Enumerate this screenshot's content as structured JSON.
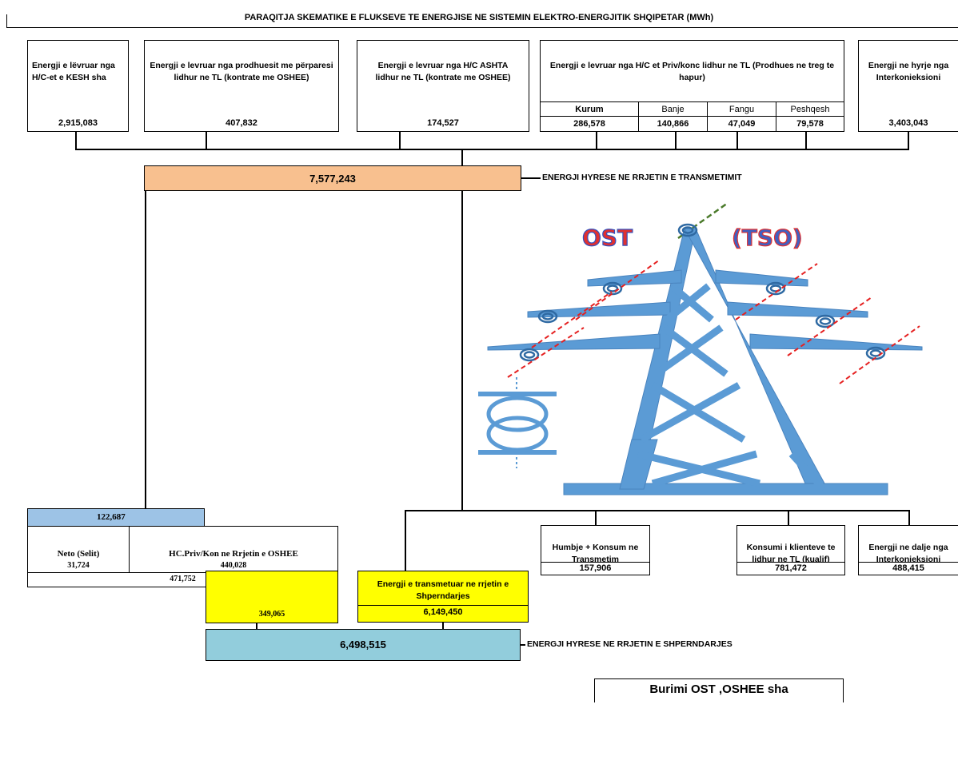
{
  "title": "PARAQITJA SKEMATIKE E FLUKSEVE TE ENERGJISE NE SISTEMIN ELEKTRO-ENERGJITIK SHQIPETAR (MWh)",
  "top_boxes": [
    {
      "label": "Energji e lëvruar nga H/C-et e KESH sha",
      "value": "2,915,083"
    },
    {
      "label": "Energji e levruar nga prodhuesit me përparesi lidhur ne TL (kontrate me OSHEE)",
      "value": "407,832"
    },
    {
      "label": "Energji e levruar nga H/C ASHTA lidhur ne TL  (kontrate me OSHEE)",
      "value": "174,527"
    },
    {
      "label": "Energji e levruar nga H/C et Priv/konc lidhur ne TL    (Prodhues ne treg te hapur)",
      "sub": [
        {
          "name": "Kurum",
          "value": "286,578"
        },
        {
          "name": "Banje",
          "value": "140,866"
        },
        {
          "name": "Fangu",
          "value": "47,049"
        },
        {
          "name": "Peshqesh",
          "value": "79,578"
        }
      ]
    },
    {
      "label": "Energji ne hyrje nga Interkonieksioni",
      "value": "3,403,043"
    }
  ],
  "transmission_in": {
    "value": "7,577,243",
    "label": "ENERGJI HYRESE NE RRJETIN E TRANSMETIMIT"
  },
  "tower": {
    "ost": "OST",
    "tso": "(TSO)"
  },
  "left_block": {
    "top_value": "122,687",
    "neto_label": "Neto (Selit)",
    "neto_value": "31,724",
    "hc_label": "HC.Priv/Kon ne Rrjetin e  OSHEE",
    "hc_value": "440,028",
    "sum_value": "471,752"
  },
  "yellow_left": {
    "value": "349,065"
  },
  "yellow_right": {
    "label": "Energji e transmetuar ne rrjetin e Shperndarjes",
    "value": "6,149,450"
  },
  "right_boxes": [
    {
      "label": "Humbje + Konsum ne Transmetim",
      "value": "157,906"
    },
    {
      "label": "Konsumi i klienteve te lidhur ne TL (kualif)",
      "value": "781,472"
    },
    {
      "label": "Energji ne dalje nga Interkonieksioni",
      "value": "488,415"
    }
  ],
  "distribution_in": {
    "value": "6,498,515",
    "label": "ENERGJI HYRESE NE RRJETIN E SHPERNDARJES"
  },
  "source": "Burimi OST ,OSHEE sha",
  "colors": {
    "orange": "#f8c08f",
    "light_blue": "#9dc3e6",
    "yellow": "#ffff00",
    "teal": "#92cddc",
    "tower_blue": "#5b9bd5",
    "ost_red": "#e03030",
    "tso_blue": "#4060c0"
  }
}
